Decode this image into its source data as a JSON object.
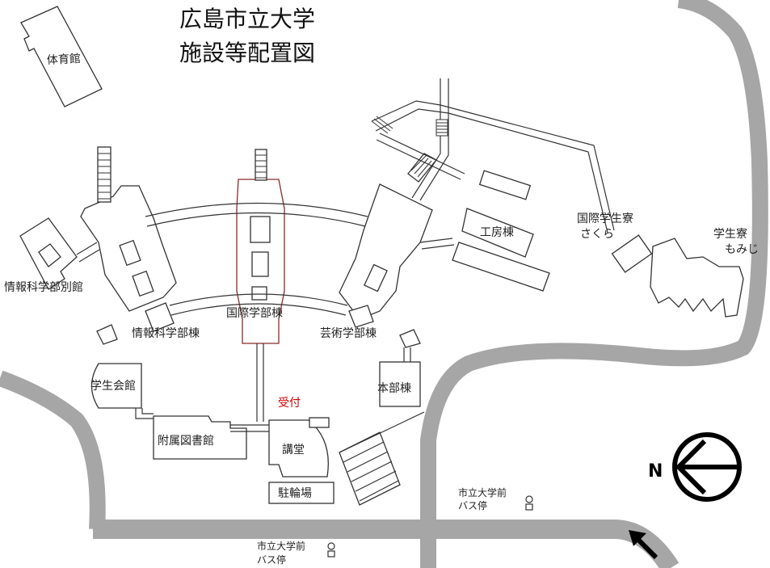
{
  "title": {
    "line1": "広島市立大学",
    "line2": "施設等配置図"
  },
  "buildings": {
    "gym": "体育館",
    "info_annex": "情報科学部別館",
    "info_bldg": "情報科学部棟",
    "intl_bldg": "国際学部棟",
    "arts_bldg": "芸術学部棟",
    "workshop": "工房棟",
    "dorm_sakura_1": "国際学生寮",
    "dorm_sakura_2": "さくら",
    "dorm_momiji_1": "学生寮",
    "dorm_momiji_2": "もみじ",
    "student_hall": "学生会館",
    "main_bldg": "本部棟",
    "reception": "受付",
    "library": "附属図書館",
    "auditorium": "講堂",
    "bicycle_parking": "駐輪場"
  },
  "bus_stops": {
    "north_1": "市立大学前",
    "north_2": "バス停",
    "south_1": "市立大学前",
    "south_2": "バス停"
  },
  "compass": {
    "letter": "N"
  },
  "colors": {
    "road": "#a6a6a6",
    "outline": "#333333",
    "reception": "#cc0000",
    "intl_outline": "#8b2a2a"
  }
}
